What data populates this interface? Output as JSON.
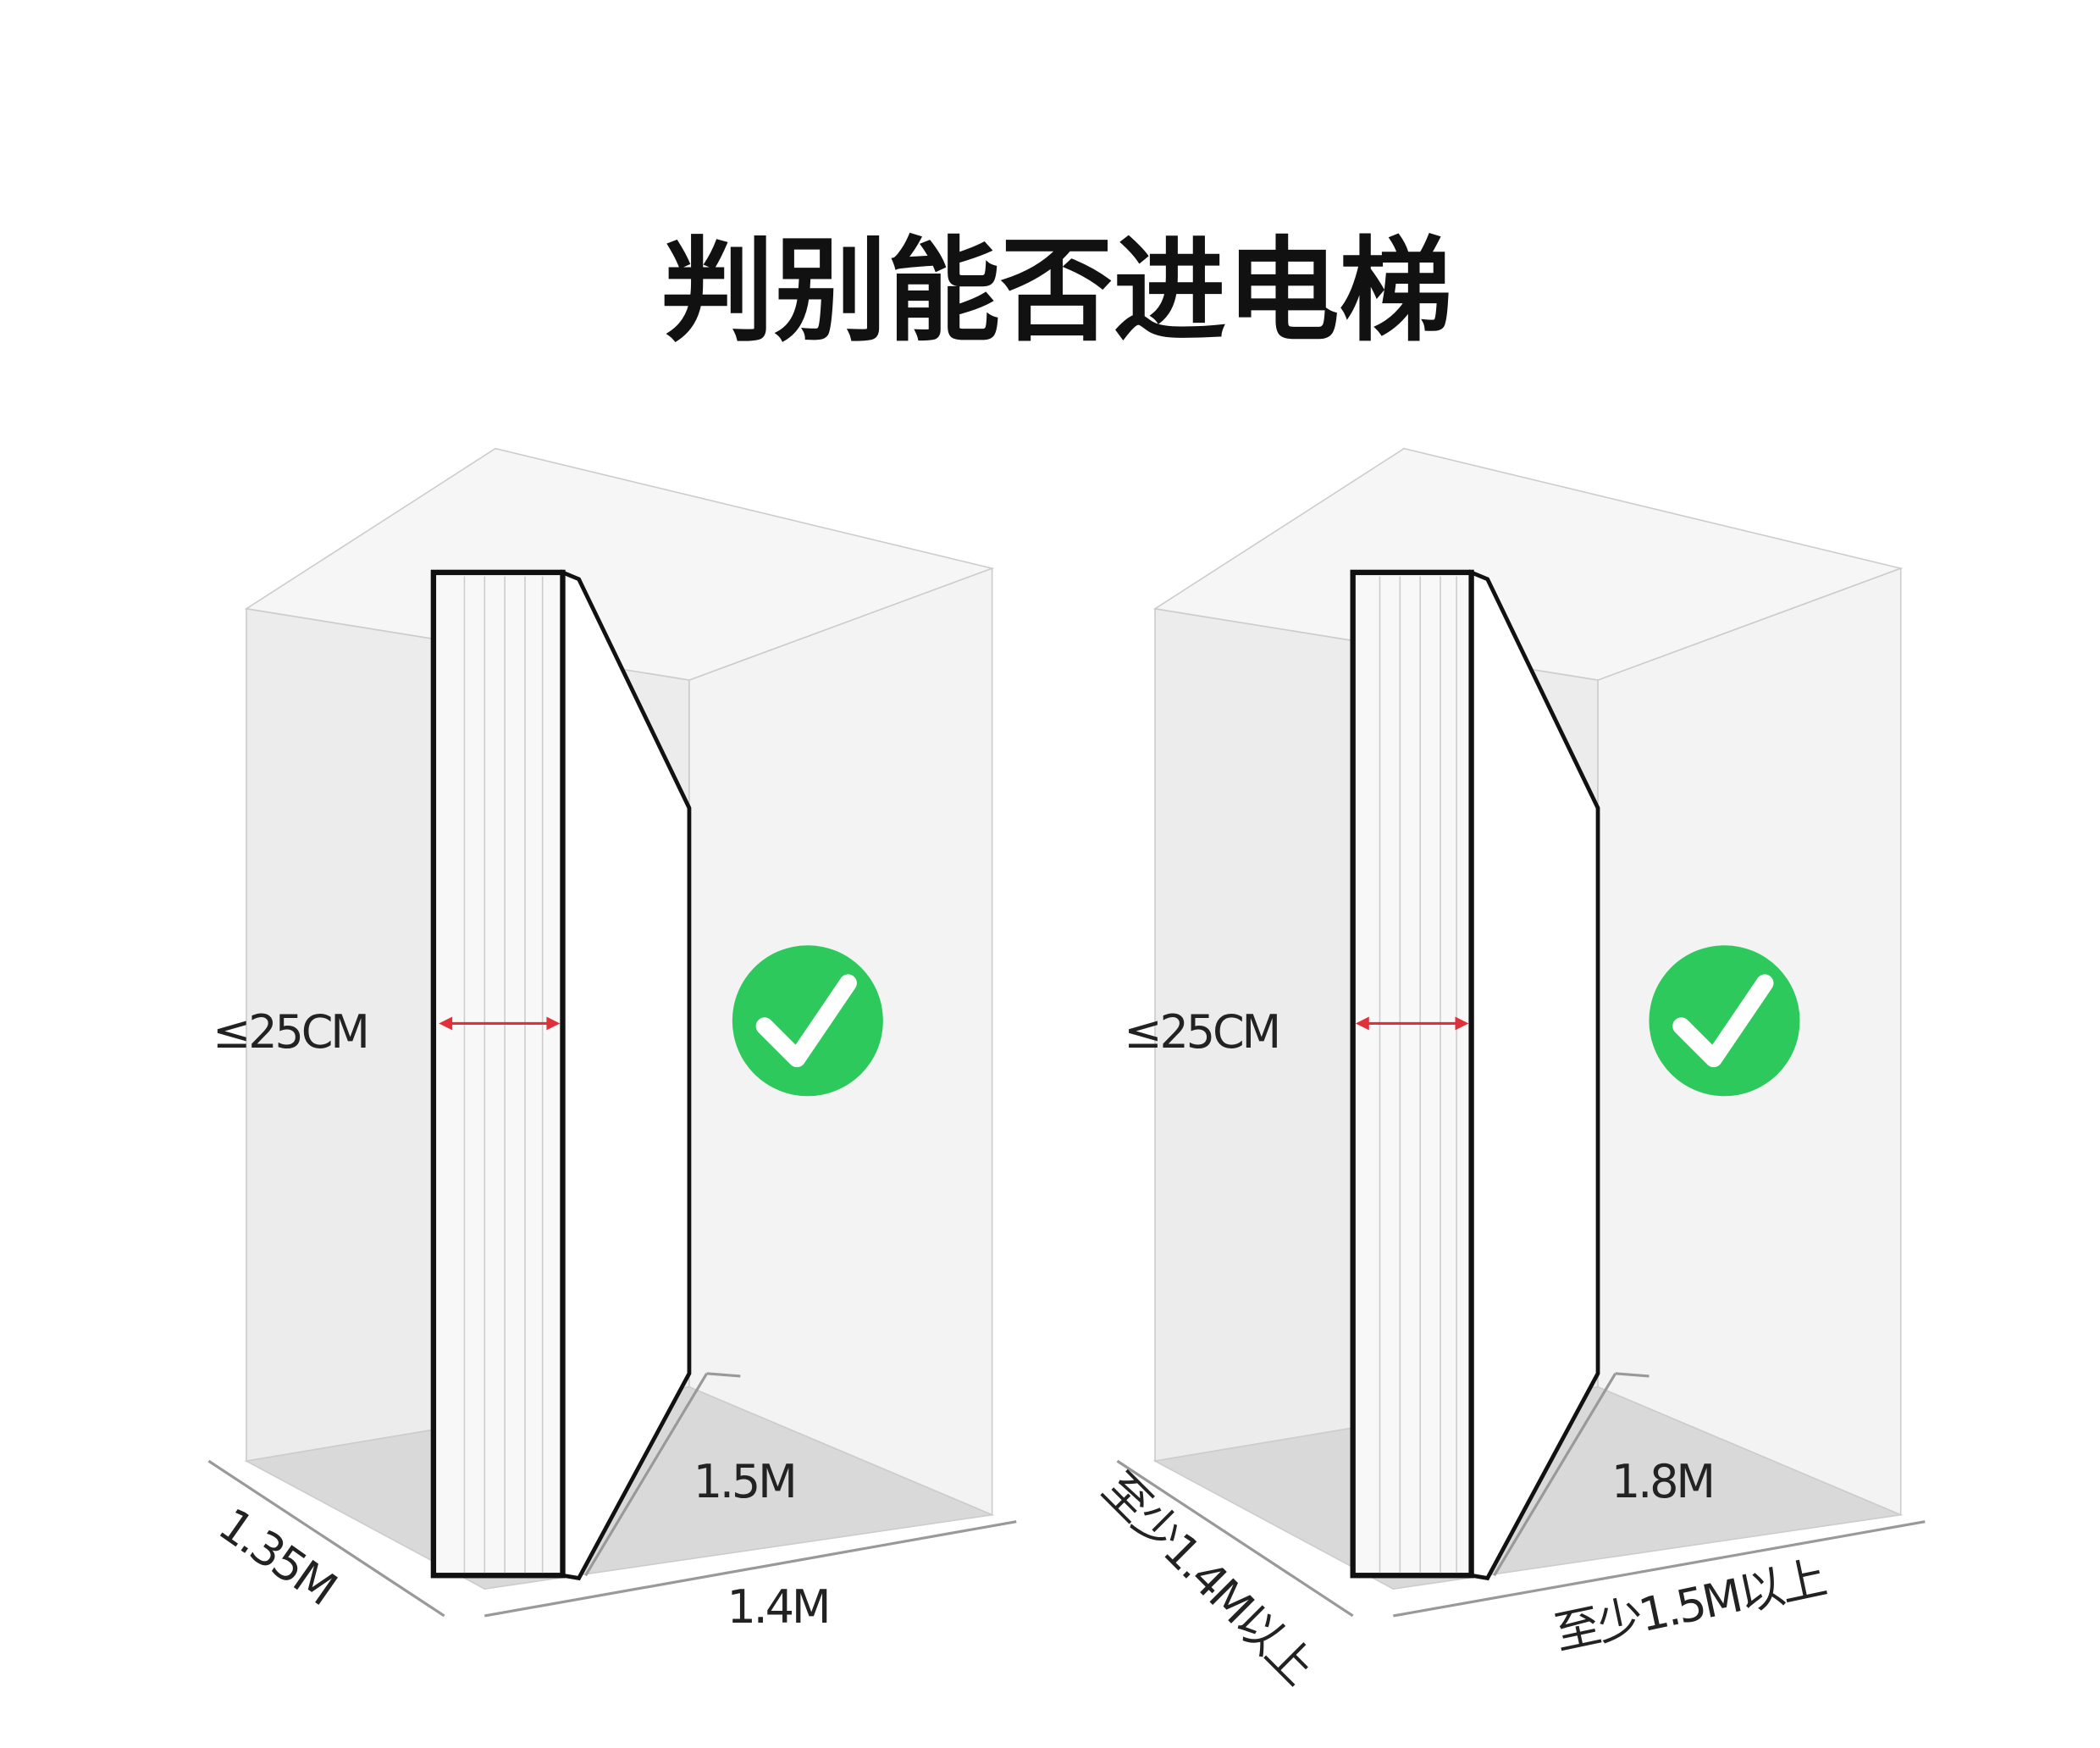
{
  "title": "判别能否进电梯",
  "colors": {
    "check": "#2ec95c",
    "arrow": "#e0303a",
    "wall": "#ececec",
    "floor": "#d6d6d6"
  },
  "panels": [
    {
      "thickness_label": "≤25CM",
      "diagonal_label": "1.5M",
      "width_label": "1.4M",
      "depth_label": "1.35M",
      "status_icon": "check-icon"
    },
    {
      "thickness_label": "≤25CM",
      "diagonal_label": "1.8M",
      "width_label": "至少1.5M以上",
      "depth_label": "至少1.4M以上",
      "status_icon": "check-icon"
    }
  ]
}
